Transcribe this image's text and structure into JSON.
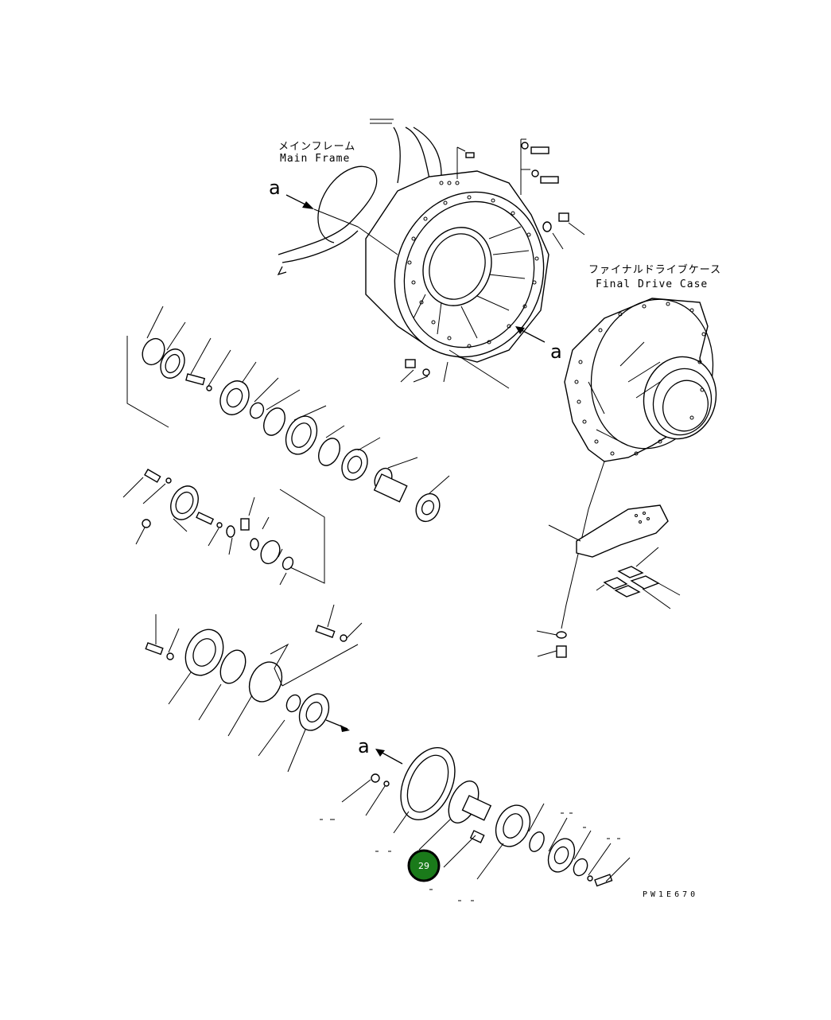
{
  "labels": {
    "main_frame_jp": "メインフレーム",
    "main_frame_en": "Main Frame",
    "final_drive_jp": "ファイナルドライブケース",
    "final_drive_en": "Final Drive Case",
    "ref_a": "a",
    "drawing_code": "PW1E670"
  },
  "callout": {
    "number": "29",
    "fill_color": "#1a7a1a",
    "border_color": "#000000",
    "text_color": "#ffffff"
  }
}
